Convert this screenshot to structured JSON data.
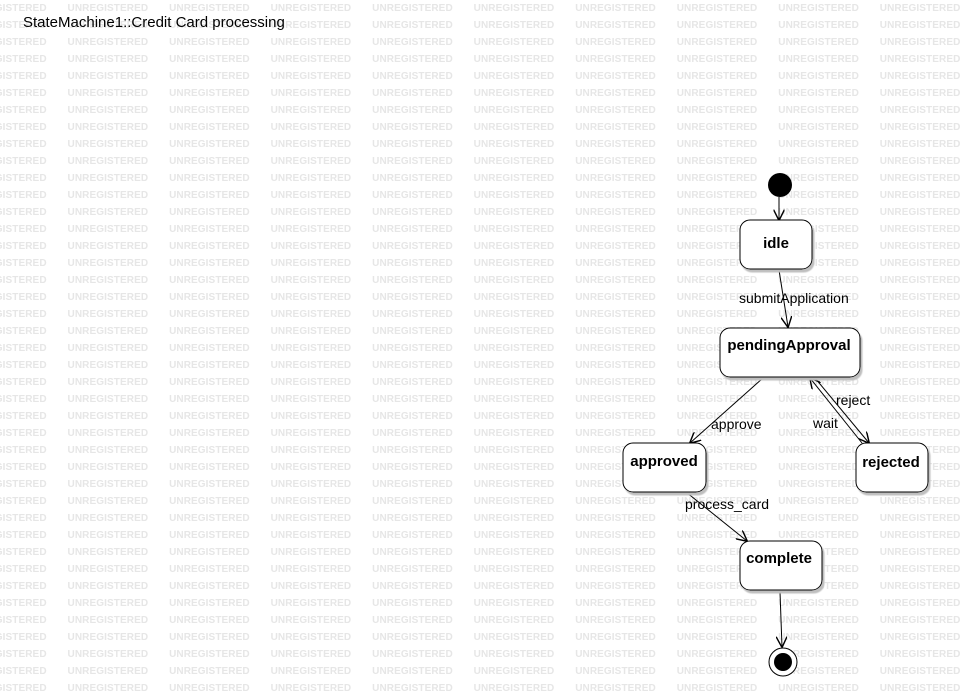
{
  "diagram": {
    "title": "StateMachine1::Credit Card processing"
  },
  "watermark": {
    "text": "UNREGISTERED"
  },
  "states": {
    "idle": "idle",
    "pendingApproval": "pendingApproval",
    "approved": "approved",
    "rejected": "rejected",
    "complete": "complete"
  },
  "transitions": {
    "submit": "submitApplication",
    "approve": "approve",
    "reject": "reject",
    "wait": "wait",
    "process": "process_card"
  },
  "colors": {
    "line": "#000000",
    "fill": "#ffffff",
    "watermark": "#e6e6e6"
  }
}
